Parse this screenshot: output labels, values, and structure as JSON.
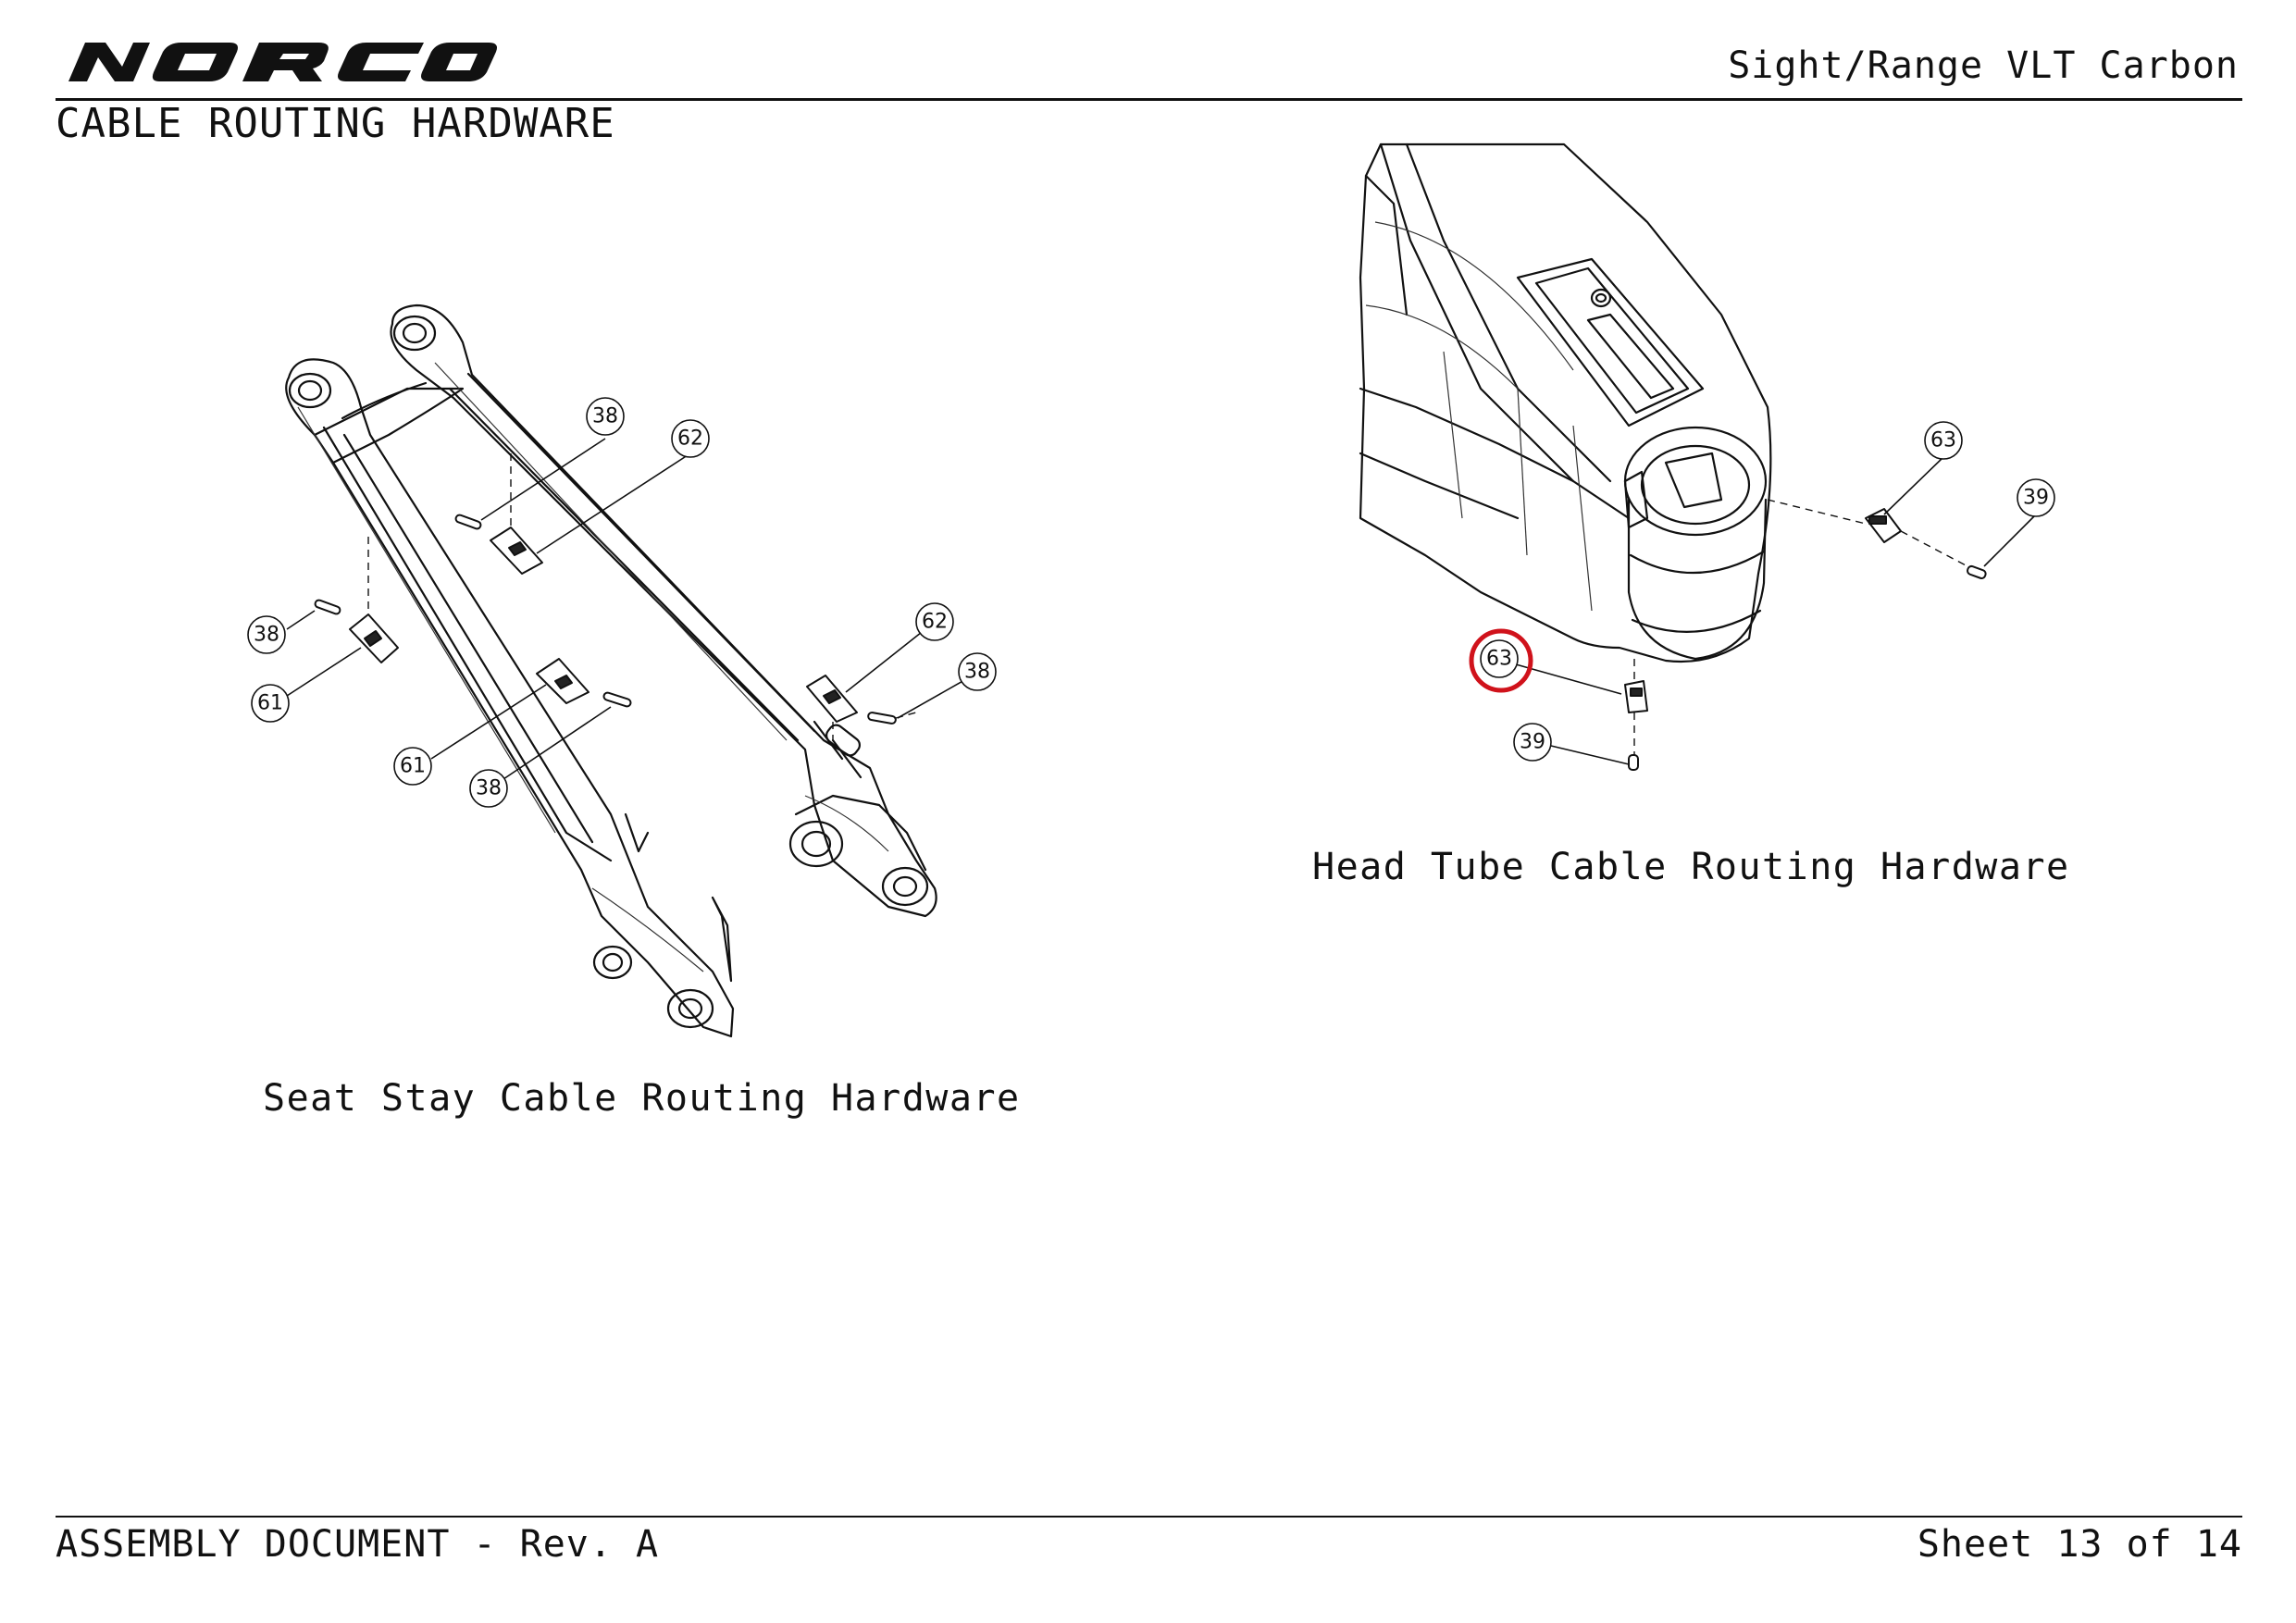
{
  "header": {
    "brand": "NORCO",
    "product": "Sight/Range VLT Carbon",
    "section_title": "CABLE ROUTING HARDWARE"
  },
  "views": {
    "seat_stay": {
      "caption": "Seat Stay Cable Routing Hardware",
      "callouts": [
        "38",
        "62",
        "38",
        "61",
        "61",
        "38",
        "62",
        "38"
      ]
    },
    "head_tube": {
      "caption": "Head Tube Cable Routing Hardware",
      "callouts": [
        "63",
        "39",
        "63",
        "39"
      ],
      "highlight_color": "#d0121b"
    }
  },
  "footer": {
    "document": "ASSEMBLY DOCUMENT - Rev. A",
    "sheet": "Sheet 13 of 14"
  }
}
